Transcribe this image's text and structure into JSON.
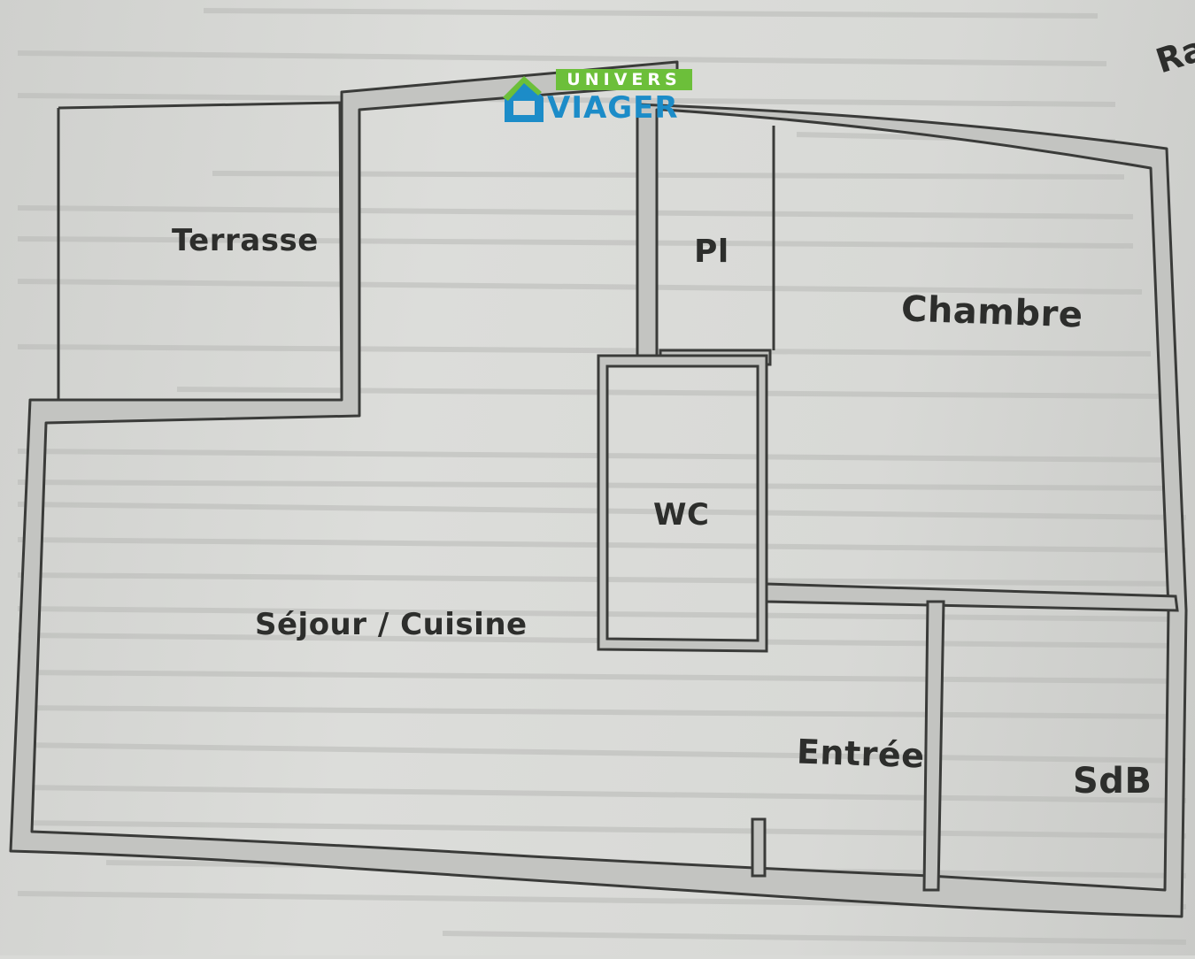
{
  "logo": {
    "top_text": "UNIVERS",
    "bottom_text": "VIAGER",
    "colors": {
      "green": "#6cbf3a",
      "blue": "#1c8cc8"
    }
  },
  "corner_fragment": "Ra",
  "rooms": {
    "terrasse": "Terrasse",
    "placard": "Pl",
    "chambre": "Chambre",
    "wc": "WC",
    "sejour": "Séjour / Cuisine",
    "entree": "Entrée",
    "sdb": "SdB"
  },
  "colors": {
    "wall_fill": "#c3c4c1",
    "wall_stroke": "#3a3b39",
    "text": "#2d2e2c"
  }
}
